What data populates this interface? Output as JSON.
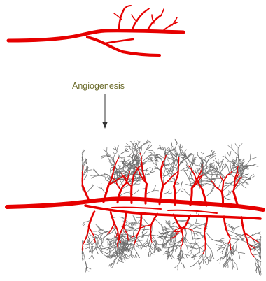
{
  "diagram": {
    "process_label": "Angiogenesis",
    "vessel_color": "#e60000",
    "capillary_color": "#6f6f6f",
    "arrow_color": "#333333",
    "label_color": "#6b6b2a",
    "panels": [
      "before",
      "after"
    ]
  }
}
